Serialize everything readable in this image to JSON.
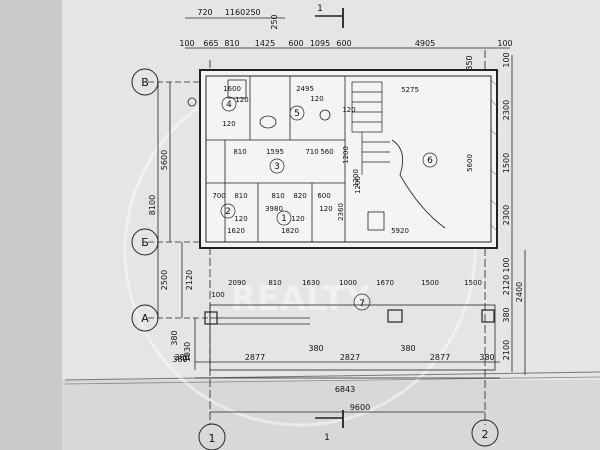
{
  "watermark": {
    "text": "REALTY"
  },
  "section_mark": {
    "label": "1"
  },
  "axes": {
    "row_b": "В",
    "row_be": "Б",
    "row_a": "А",
    "col_1": "1",
    "col_2": "2"
  },
  "dims_top": {
    "row1": [
      "720",
      "1160",
      "250",
      "250"
    ],
    "row2": [
      "100",
      "665",
      "810",
      "1425",
      "600",
      "1095",
      "600",
      "4905",
      "100"
    ]
  },
  "dims_left": {
    "outer": "8100",
    "upper": "5600",
    "lower": "2500",
    "small": [
      "380",
      "1030",
      "380"
    ],
    "mid": "2120"
  },
  "dims_right": [
    "350",
    "100",
    "2300",
    "1500",
    "2300",
    "100",
    "2120",
    "2400",
    "380",
    "2100"
  ],
  "dims_bottom": {
    "row1": [
      "380",
      "2877",
      "380",
      "2827",
      "380",
      "2877",
      "380"
    ],
    "total": "6843",
    "axis": "9600"
  },
  "interior_dims": [
    "1600",
    "120",
    "2495",
    "5275",
    "120",
    "120",
    "120",
    "810",
    "1595",
    "710",
    "560",
    "1200",
    "700",
    "810",
    "810",
    "820",
    "600",
    "3980",
    "120",
    "120",
    "120",
    "1620",
    "1820",
    "2360",
    "5920",
    "5600",
    "1200",
    "2090",
    "810",
    "1630",
    "1000",
    "1670",
    "1500",
    "1500",
    "100",
    "1200"
  ],
  "rooms": [
    "4",
    "5",
    "3",
    "6",
    "2",
    "1",
    "7"
  ]
}
